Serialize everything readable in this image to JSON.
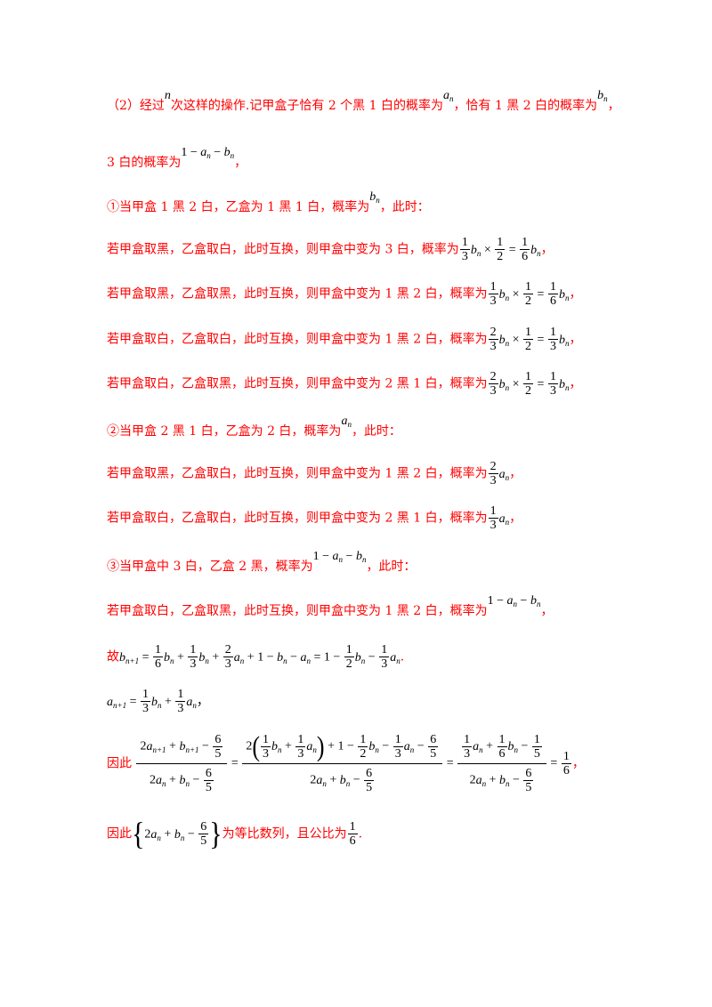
{
  "l1": {
    "a": "（2）经过",
    "b": "次这样的操作.记甲盒子恰有 2 个黑 1 白的概率为",
    "c": "，恰有 1 黑 2 白的概率为",
    "d": "，"
  },
  "l2": {
    "a": "3 白的概率为",
    "d": "，"
  },
  "l3": {
    "a": "①当甲盒 1 黑 2 白，乙盒为 1 黑 1 白，概率为",
    "b": "，此时："
  },
  "l4": {
    "a": "若甲盒取黑，乙盒取白，此时互换，则甲盒中变为 3 白，概率为",
    "d": "，"
  },
  "l5": {
    "a": "若甲盒取黑，乙盒取黑，此时互换，则甲盒中变为 1 黑 2 白，概率为",
    "d": "，"
  },
  "l6": {
    "a": "若甲盒取白，乙盒取白，此时互换，则甲盒中变为 1 黑 2 白，概率为",
    "d": "，"
  },
  "l7": {
    "a": "若甲盒取白，乙盒取黑，此时互换，则甲盒中变为 2 黑 1 白，概率为",
    "d": "，"
  },
  "l8": {
    "a": "②当甲盒 2 黑 1 白，乙盒为 2 白，概率为",
    "b": "，此时："
  },
  "l9": {
    "a": "若甲盒取黑，乙盒取白，此时互换，则甲盒中变为 1 黑 2 白，概率为",
    "d": "，"
  },
  "l10": {
    "a": "若甲盒取白，乙盒取白，此时互换，则甲盒中变为 2 黑 1 白，概率为",
    "d": "，"
  },
  "l11": {
    "a": "③当甲盒中 3 白，乙盒 2 黑，概率为",
    "b": "，此时："
  },
  "l12": {
    "a": "若甲盒取白，乙盒取黑，此时互换，则甲盒中变为 1 黑 2 白，概率为",
    "d": "，"
  },
  "l13": {
    "a": "故",
    "d": "."
  },
  "l15": {
    "a": "因此",
    "d": "，"
  },
  "l16": {
    "a": "因此",
    "b": "为等比数列，且公比为",
    "d": "."
  }
}
